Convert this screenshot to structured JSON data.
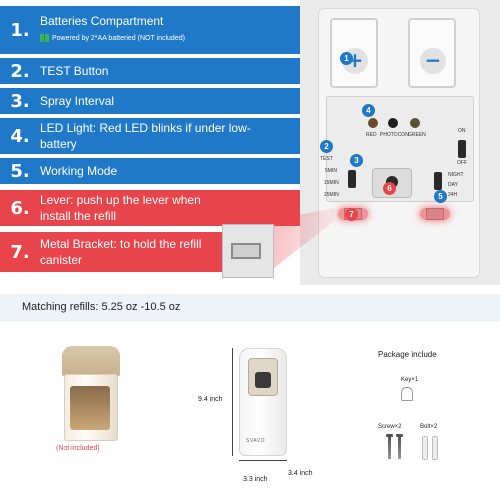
{
  "features": [
    {
      "num": "1.",
      "label": "Batteries Compartment",
      "sub": "Powered by 2*AA batteried  (NOT included)"
    },
    {
      "num": "2.",
      "label": "TEST Button"
    },
    {
      "num": "3.",
      "label": "Spray Interval"
    },
    {
      "num": "4.",
      "label": "LED Light: Red LED blinks if under low-battery"
    },
    {
      "num": "5.",
      "label": "Working Mode"
    },
    {
      "num": "6.",
      "label": "Lever: push up the lever when install the refill"
    },
    {
      "num": "7.",
      "label": "Metal Bracket: to hold the refill canister"
    }
  ],
  "device": {
    "plus": "+",
    "minus": "−",
    "test": "TEST",
    "led_red": "RED",
    "led_photo": "PHOTOCON",
    "led_green": "GREEN",
    "intervals": [
      "5MIN",
      "15MIN",
      "25MIN"
    ],
    "on": "ON",
    "off": "OFF",
    "modes": [
      "NIGHT",
      "DAY",
      "24H"
    ],
    "badges": [
      "1",
      "2",
      "3",
      "4",
      "5",
      "6",
      "7"
    ]
  },
  "refills": {
    "text": "Matching refills: 5.25 oz -10.5 oz"
  },
  "product": {
    "not_included": "(Not included)",
    "brand": "SVAVO",
    "height": "9.4 inch",
    "width": "3.3 inch",
    "depth": "3.4 inch"
  },
  "package": {
    "title": "Package include",
    "key": "Key×1",
    "screw": "Screw×2",
    "bolt": "Bolt×2"
  },
  "colors": {
    "blue": "#1f78c8",
    "red": "#e8444b"
  }
}
